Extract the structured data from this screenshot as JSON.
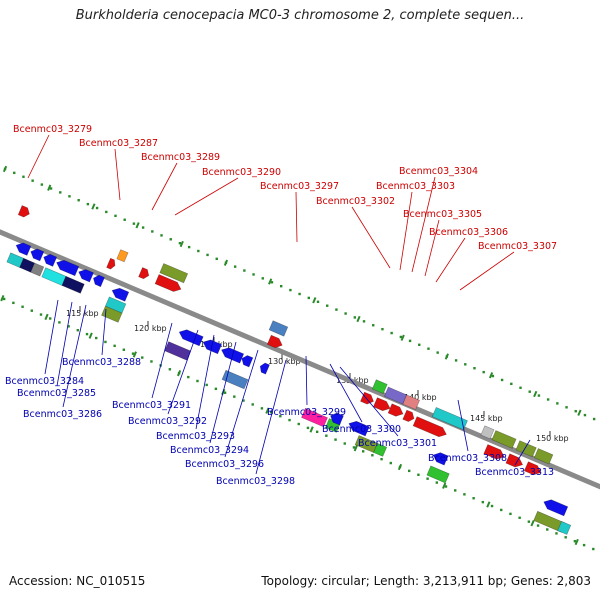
{
  "title": "Burkholderia cenocepacia MC0-3 chromosome 2, complete sequen...",
  "accession": "Accession: NC_010515",
  "summary": "Topology: circular; Length: 3,213,911 bp; Genes: 2,803",
  "scale_ticks": [
    "115 kbp",
    "120 kbp",
    "125 kbp",
    "130 kbp",
    "135 kbp",
    "140 kbp",
    "145 kbp",
    "150 kbp"
  ],
  "genes_top": [
    "Bcenmc03_3279",
    "Bcenmc03_3287",
    "Bcenmc03_3289",
    "Bcenmc03_3290",
    "Bcenmc03_3297",
    "Bcenmc03_3302",
    "Bcenmc03_3303",
    "Bcenmc03_3304",
    "Bcenmc03_3305",
    "Bcenmc03_3306",
    "Bcenmc03_3307"
  ],
  "genes_bottom": [
    "Bcenmc03_3284",
    "Bcenmc03_3285",
    "Bcenmc03_3286",
    "Bcenmc03_3288",
    "Bcenmc03_3291",
    "Bcenmc03_3292",
    "Bcenmc03_3293",
    "Bcenmc03_3294",
    "Bcenmc03_3296",
    "Bcenmc03_3298",
    "Bcenmc03_3299",
    "Bcenmc03_3300",
    "Bcenmc03_3301",
    "Bcenmc03_3308",
    "Bcenmc03_3313"
  ],
  "colors": {
    "top_labels": "#cc0000",
    "bottom_labels": "#0000b0",
    "backbone": "#8a8a8a",
    "dots": "#2a8a2a"
  }
}
